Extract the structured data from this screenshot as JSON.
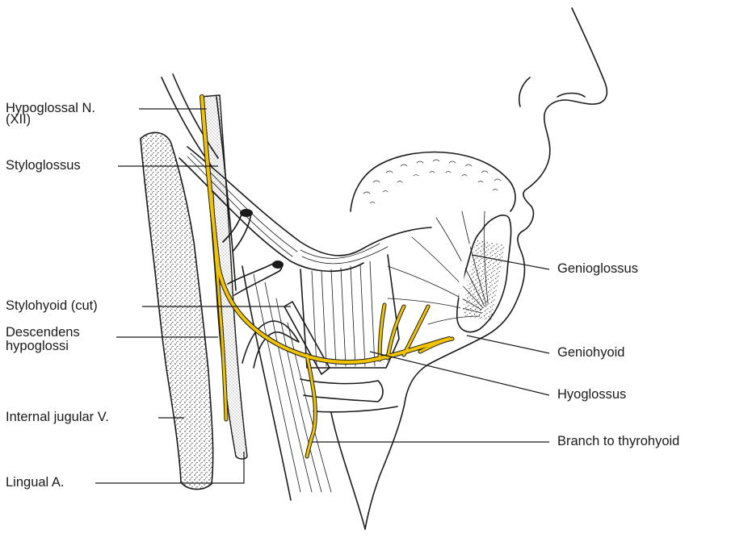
{
  "colors": {
    "nerve": "#f2c400",
    "nerve_outline": "#1a1a1a",
    "vein_stipple": "#1a1a1a",
    "background": "#ffffff"
  },
  "labels": {
    "hypoglossal_line1": "Hypoglossal N.",
    "hypoglossal_line2": "(XII)",
    "styloglossus": "Styloglossus",
    "stylohyoid": "Stylohyoid (cut)",
    "descendens_line1": "Descendens",
    "descendens_line2": "hypoglossi",
    "internal_jugular": "Internal jugular V.",
    "lingual_artery": "Lingual A.",
    "genioglossus": "Genioglossus",
    "geniohyoid": "Geniohyoid",
    "hyoglossus": "Hyoglossus",
    "branch_thyrohyoid": "Branch to thyrohyoid"
  }
}
